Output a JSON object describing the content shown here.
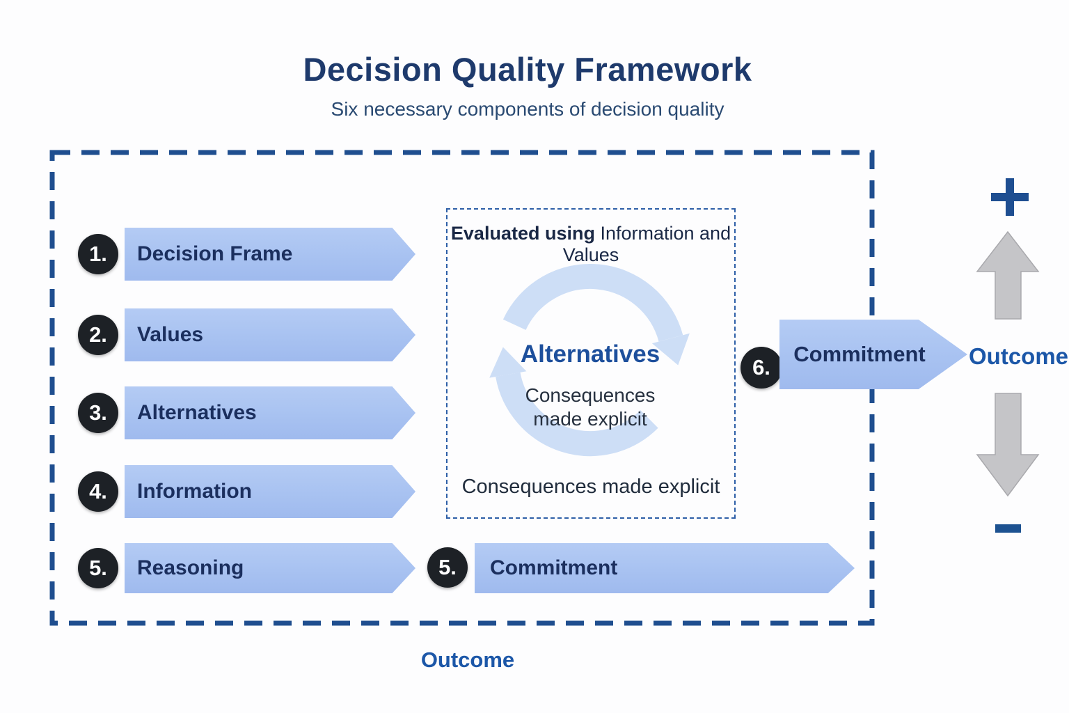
{
  "header": {
    "title": "Decision Quality Framework",
    "subtitle": "Six necessary components of decision quality"
  },
  "components": [
    {
      "number": "1.",
      "label": "Decision Frame"
    },
    {
      "number": "2.",
      "label": "Values"
    },
    {
      "number": "3.",
      "label": "Alternatives"
    },
    {
      "number": "4.",
      "label": "Information"
    },
    {
      "number": "5.",
      "label": "Reasoning"
    }
  ],
  "bottom_component": {
    "number": "5.",
    "label": "Commitment"
  },
  "commitment_component": {
    "number": "6.",
    "label": "Commitment"
  },
  "center_box": {
    "heading_bold": "Evaluated using",
    "heading_rest": " Information and Values",
    "cycle_label": "Alternatives",
    "note_line1": "Consequences",
    "note_line2": "made explicit",
    "footer_note": "Consequences made explicit"
  },
  "outcome_right": "Outcome",
  "outcome_bottom": "Outcome",
  "icons": {
    "plus": "plus-icon",
    "minus": "minus-icon",
    "up_arrow": "up-arrow-icon",
    "down_arrow": "down-arrow-icon",
    "cycle": "cycle-arrows-icon"
  },
  "colors": {
    "dashed_border": "#1f4e8f",
    "inner_dotted_border": "#2e5fa7",
    "arrow_fill": "#a9c3f0",
    "arrow_text": "#1b2f5e",
    "badge_background": "#1d2126",
    "title_navy": "#1e3a6c",
    "outcome_blue": "#1c57a8",
    "cycle_arc": "#cddef6",
    "gray_arrow": "#c5c5c8",
    "plus_minus_blue": "#1e4e91"
  }
}
